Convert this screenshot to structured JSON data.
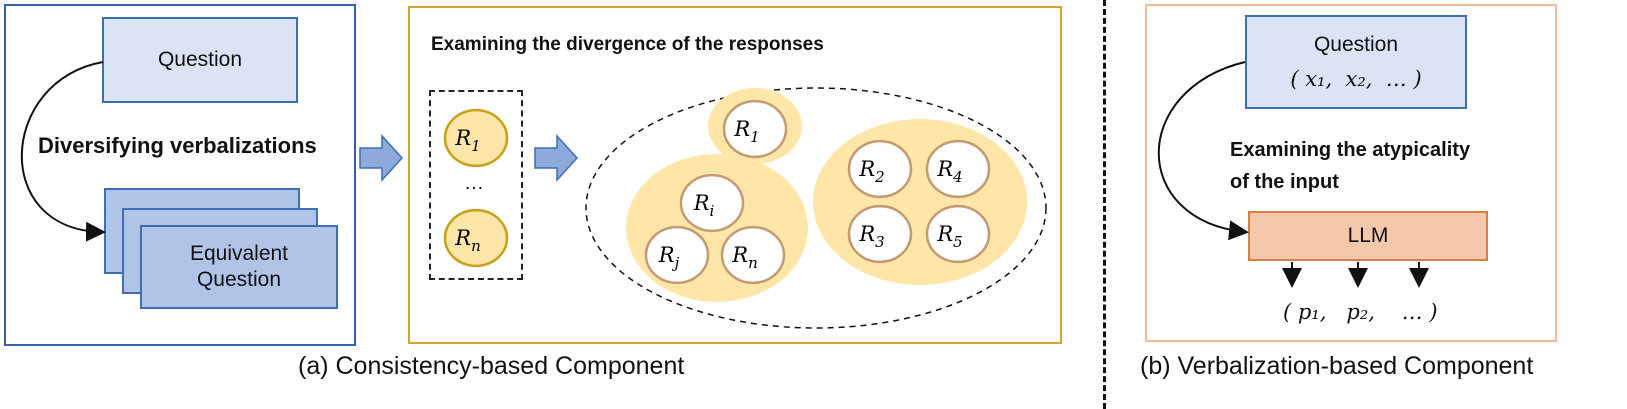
{
  "panel_a": {
    "question": "Question",
    "diversify_label": "Diversifying verbalizations",
    "equivalent_question": "Equivalent Question",
    "caption": "(a) Consistency-based Component"
  },
  "panel_b": {
    "title": "Examining the divergence of the responses",
    "ellipsis": "…",
    "responses_list": [
      {
        "sym": "R",
        "sub": "1"
      },
      {
        "sym": "R",
        "sub": "n"
      }
    ],
    "clusters": [
      {
        "items": [
          {
            "sym": "R",
            "sub": "1"
          }
        ]
      },
      {
        "items": [
          {
            "sym": "R",
            "sub": "i"
          },
          {
            "sym": "R",
            "sub": "j"
          },
          {
            "sym": "R",
            "sub": "n"
          }
        ]
      },
      {
        "items": [
          {
            "sym": "R",
            "sub": "2"
          },
          {
            "sym": "R",
            "sub": "4"
          },
          {
            "sym": "R",
            "sub": "3"
          },
          {
            "sym": "R",
            "sub": "5"
          }
        ]
      }
    ]
  },
  "panel_c": {
    "question": "Question",
    "inputs": "( x₁,  x₂,  … )",
    "atypicality_label_line1": "Examining the atypicality",
    "atypicality_label_line2": "of the input",
    "llm": "LLM",
    "outputs": "( p₁,   p₂,    … )",
    "caption": "(b) Verbalization-based Component"
  },
  "colors": {
    "blue_border": "#3e6fb5",
    "gold_border": "#d4a52a",
    "cluster_fill": "#fde6a8",
    "orange_fill": "#f6c8ab"
  }
}
